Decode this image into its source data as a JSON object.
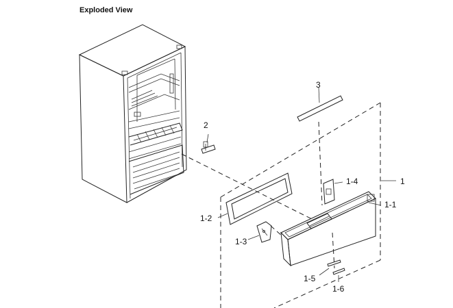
{
  "diagram": {
    "title": "Exploded View",
    "callouts": {
      "c1": "1",
      "c1_1": "1-1",
      "c1_2": "1-2",
      "c1_3": "1-3",
      "c1_4": "1-4",
      "c1_5": "1-5",
      "c1_6": "1-6",
      "c2": "2",
      "c3": "3"
    }
  }
}
